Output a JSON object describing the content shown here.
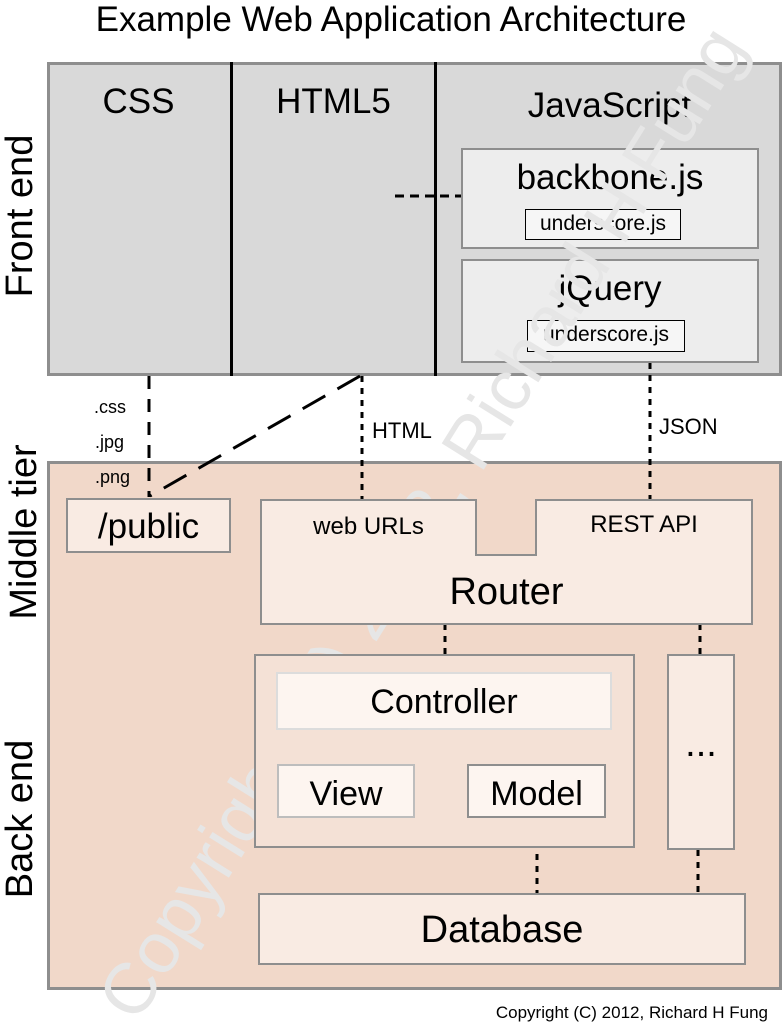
{
  "title": "Example Web Application Architecture",
  "side_labels": {
    "front_end": "Front end",
    "middle_tier": "Middle tier",
    "back_end": "Back end"
  },
  "front_end": {
    "columns": {
      "css": "CSS",
      "html5": "HTML5",
      "javascript": "JavaScript"
    },
    "backbone": {
      "label": "backbone.js",
      "dependency": "underscore.js"
    },
    "jquery": {
      "label": "jQuery",
      "dependency": "underscore.js"
    }
  },
  "connectors": {
    "static_types": [
      ".css",
      ".jpg",
      ".png"
    ],
    "html": "HTML",
    "json": "JSON"
  },
  "back_end": {
    "public": "/public",
    "web_urls": "web URLs",
    "rest_api": "REST API",
    "router": "Router",
    "controller": "Controller",
    "view": "View",
    "model": "Model",
    "ellipsis": "...",
    "database": "Database"
  },
  "watermark": "Copyright (C) 2012, Richard H Fung",
  "copyright": "Copyright (C) 2012, Richard H Fung",
  "colors": {
    "front_end_fill": "#d9d9d9",
    "js_box_fill": "#ededed",
    "back_end_fill": "#f1d8c9",
    "back_box_fill": "#f9ebe3",
    "border_gray": "#8e8e8e"
  }
}
